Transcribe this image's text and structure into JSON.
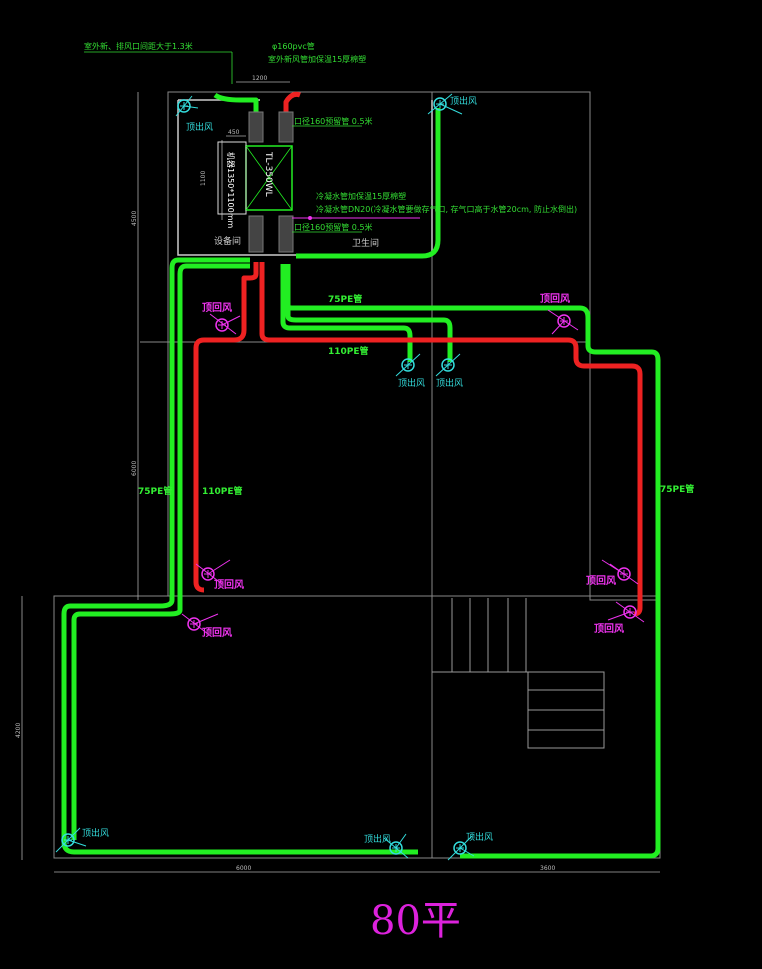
{
  "colors": {
    "background": "#000000",
    "supply_pipe": "#22ee22",
    "return_pipe": "#ee2222",
    "wall": "#888888",
    "label_cyan": "#33dddd",
    "label_magenta": "#ee33ee",
    "note_green": "#33dd33"
  },
  "notes": {
    "spacing": "室外新、排风口间距大于1.3米",
    "pvc": "φ160pvc管",
    "insulation": "室外新风管加保温15厚棉塑",
    "reserve_top": "口径160预留管 0.5米",
    "condensate_insulation": "冷凝水管加保温15厚棉塑",
    "condensate_spec": "冷凝水管DN20(冷凝水管要做存气口, 存气口高于水管20cm, 防止水倒出)",
    "reserve_bottom": "口径160预留管 0.5米"
  },
  "unit": {
    "name": "TL-350WL",
    "size": "机器1350*1100mm"
  },
  "rooms": {
    "equipment": "设备间",
    "bathroom": "卫生间"
  },
  "pipes": {
    "pipe75_a": "75PE管",
    "pipe110_a": "110PE管",
    "pipe75_left": "75PE管",
    "pipe110_left": "110PE管",
    "pipe75_right": "75PE管"
  },
  "vents": {
    "supply_label": "顶出风",
    "return_label": "顶回风"
  },
  "dimensions": {
    "top_width": "1200",
    "unit_w": "450",
    "unit_h": "1100",
    "left_top": "4500",
    "left_mid": "6000",
    "left_bottom": "4200",
    "bottom_left": "6000",
    "bottom_right": "3600"
  },
  "title": "80平"
}
